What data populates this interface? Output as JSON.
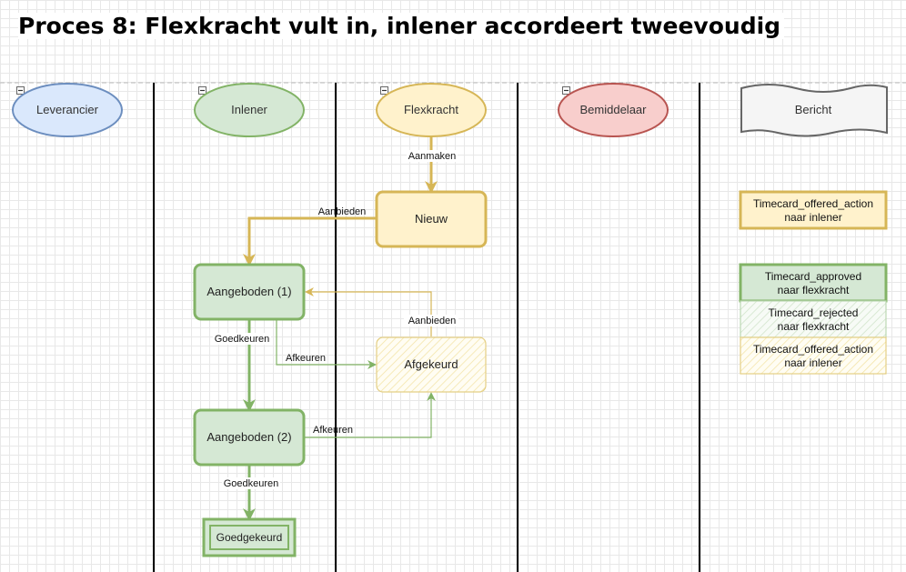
{
  "title": "Proces 8: Flexkracht vult in, inlener accordeert tweevoudig",
  "lanes": {
    "leverancier": "Leverancier",
    "inlener": "Inlener",
    "flexkracht": "Flexkracht",
    "bemiddelaar": "Bemiddelaar",
    "bericht": "Bericht"
  },
  "nodes": {
    "nieuw": "Nieuw",
    "aangeboden1": "Aangeboden (1)",
    "aangeboden2": "Aangeboden (2)",
    "afgekeurd": "Afgekeurd",
    "goedgekeurd": "Goedgekeurd"
  },
  "edges": {
    "aanmaken": "Aanmaken",
    "aanbieden_1": "Aanbieden",
    "aanbieden_2": "Aanbieden",
    "goedkeuren_1": "Goedkeuren",
    "goedkeuren_2": "Goedkeuren",
    "afkeuren_1": "Afkeuren",
    "afkeuren_2": "Afkeuren"
  },
  "messages": {
    "offered_1": {
      "line1": "Timecard_offered_action",
      "line2": "naar inlener"
    },
    "approved": {
      "line1": "Timecard_approved",
      "line2": "naar flexkracht"
    },
    "rejected": {
      "line1": "Timecard_rejected",
      "line2": "naar flexkracht"
    },
    "offered_2": {
      "line1": "Timecard_offered_action",
      "line2": "naar inlener"
    }
  },
  "colors": {
    "blue_fill": "#dae8fc",
    "blue_stroke": "#6c8ebf",
    "green_fill": "#d5e8d4",
    "green_stroke": "#82b366",
    "yellow_fill": "#fff2cc",
    "yellow_stroke": "#d6b656",
    "red_fill": "#f8cecc",
    "red_stroke": "#b85450",
    "gray_fill": "#f5f5f5",
    "gray_stroke": "#666666"
  }
}
